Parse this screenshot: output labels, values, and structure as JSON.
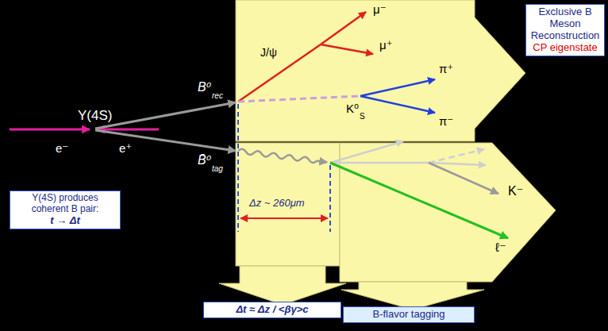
{
  "diagram": {
    "nodes": [
      {
        "text": [
          "Exclusive B Meson Reconstruction",
          "CP eigenstate"
        ]
      },
      {
        "text": [
          "Υ(4S) produces coherent B pair:",
          "t → Δt"
        ]
      },
      {
        "text": [
          "Δt ≈ Δz / <βγ>c"
        ]
      },
      {
        "text": [
          "B-flavor tagging"
        ]
      }
    ],
    "labels": [
      "Υ(4S)",
      "e⁻",
      "e⁺",
      "B⁰",
      "rec",
      "B̄⁰",
      "tag",
      "J/ψ",
      "μ⁻",
      "μ⁺",
      "π⁺",
      "π⁻",
      "K⁰",
      "S",
      "Δz ~ 260μm",
      "K⁻",
      "ℓ⁻"
    ]
  }
}
